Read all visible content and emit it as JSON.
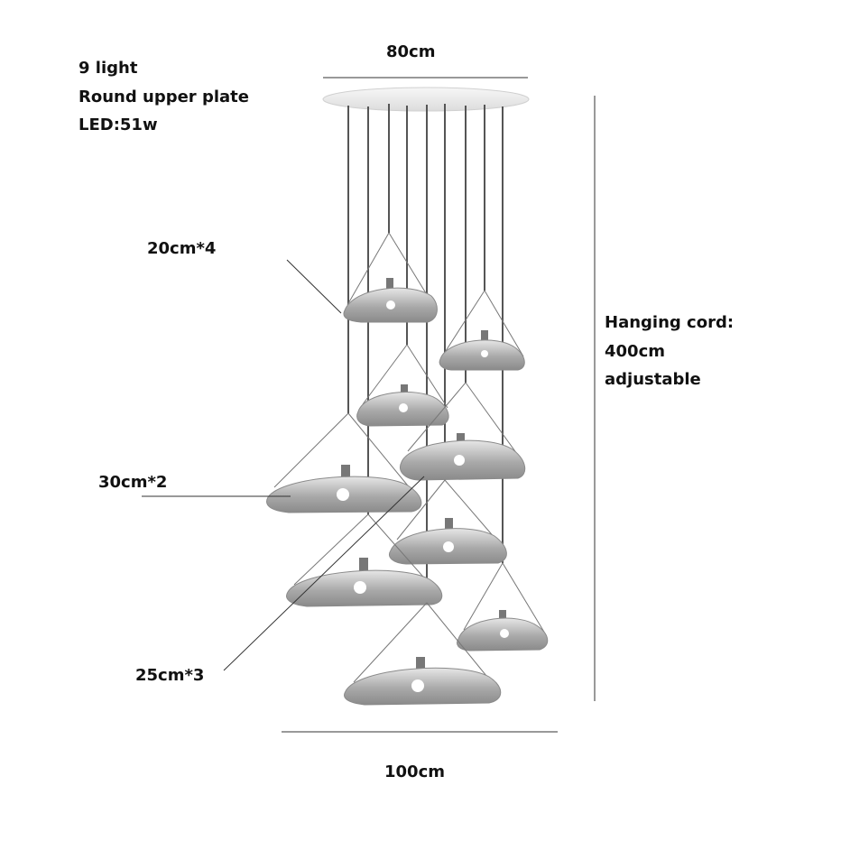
{
  "specs": {
    "count": "9 light",
    "plate": "Round upper plate",
    "led": "LED:51w"
  },
  "dimensions": {
    "plate_width": "80cm",
    "spread_width": "100cm",
    "cord_title": "Hanging cord:",
    "cord_length": "400cm",
    "cord_note": "adjustable"
  },
  "shades": {
    "small": "20cm*4",
    "large": "30cm*2",
    "medium": "25cm*3"
  },
  "colors": {
    "text": "#111111",
    "line": "#333333",
    "plate": "#eeeeee",
    "shade": "#b9b9b9"
  }
}
